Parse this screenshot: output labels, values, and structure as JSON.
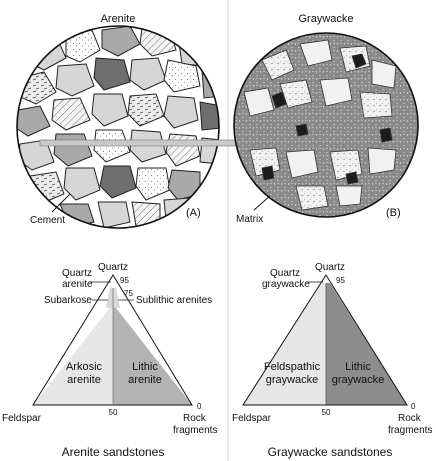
{
  "colors": {
    "background": "#ffffff",
    "ink": "#111111",
    "cement_fill": "#ffffff",
    "matrix_fill": "#8a8a8a",
    "grain_light": "#d6d6d6",
    "grain_mid": "#a9a9a9",
    "grain_dark": "#6e6e6e",
    "grain_black": "#1c1c1c",
    "triangle_light": "#e6e6e6",
    "triangle_dark": "#b3b3b3",
    "triangle_darker": "#8d8d8d",
    "divider": "#cfcfcf"
  },
  "arenite": {
    "title": "Arenite",
    "callout": "Cement",
    "panel_label": "(A)",
    "ternary": {
      "apex_top": "Quartz",
      "apex_left": "Feldspar",
      "apex_right_line1": "Rock",
      "apex_right_line2": "fragments",
      "field_left_line1": "Arkosic",
      "field_left_line2": "arenite",
      "field_right_line1": "Lithic",
      "field_right_line2": "arenite",
      "label_quartz_arenite_line1": "Quartz",
      "label_quartz_arenite_line2": "arenite",
      "label_subarkose": "Subarkose",
      "label_sublithic": "Sublithic arenites",
      "tick_95": "95",
      "tick_75": "75",
      "tick_50": "50",
      "tick_0": "0"
    },
    "caption": "Arenite sandstones"
  },
  "graywacke": {
    "title": "Graywacke",
    "callout": "Matrix",
    "panel_label": "(B)",
    "ternary": {
      "apex_top": "Quartz",
      "apex_left": "Feldspar",
      "apex_right_line1": "Rock",
      "apex_right_line2": "fragments",
      "field_left_line1": "Feldspathic",
      "field_left_line2": "graywacke",
      "field_right_line1": "Lithic",
      "field_right_line2": "graywacke",
      "label_quartz_graywacke_line1": "Quartz",
      "label_quartz_graywacke_line2": "graywacke",
      "tick_95": "95",
      "tick_50": "50",
      "tick_0": "0"
    },
    "caption": "Graywacke sandstones"
  }
}
